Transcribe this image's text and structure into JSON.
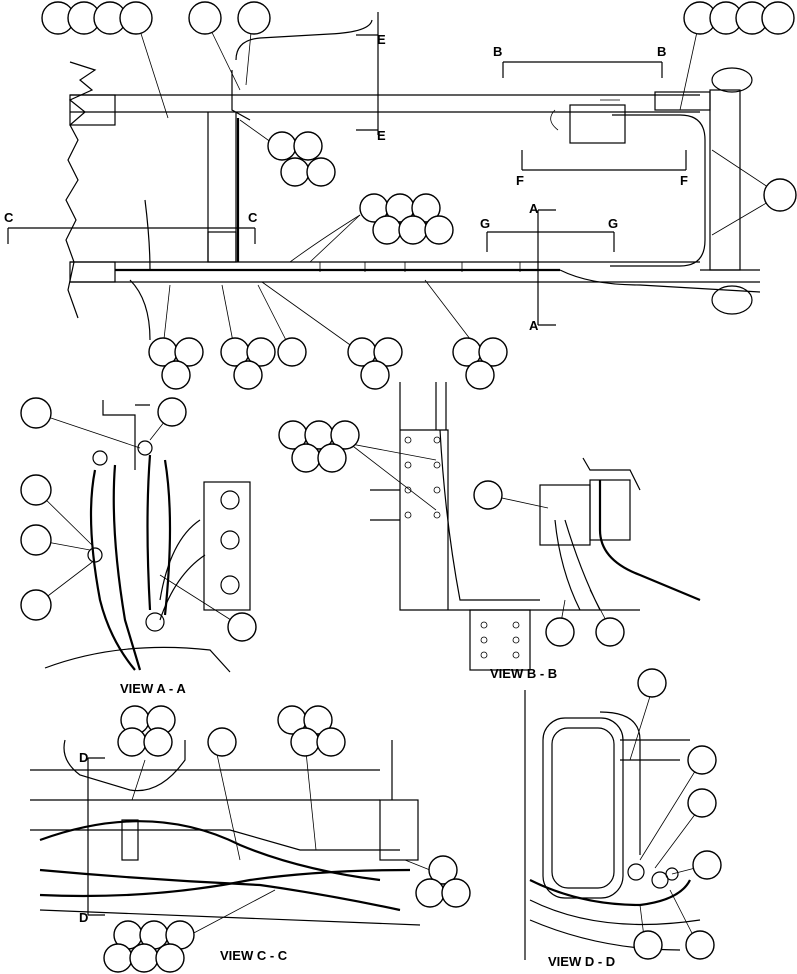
{
  "sections": {
    "A": "A",
    "B": "B",
    "C": "C",
    "D": "D",
    "E": "E",
    "F": "F",
    "G": "G"
  },
  "views": {
    "aa": "VIEW A - A",
    "bb": "VIEW B - B",
    "cc": "VIEW C - C",
    "dd": "VIEW D - D"
  }
}
